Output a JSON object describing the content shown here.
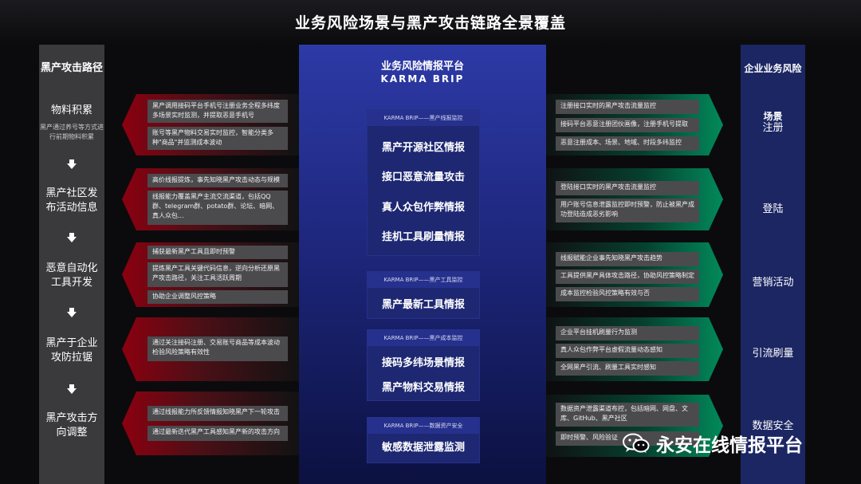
{
  "title": "业务风险场景与黑产攻击链路全景覆盖",
  "left": {
    "header": "黑产攻击路径",
    "stages": [
      {
        "label": "物料积累",
        "sub": "黑产通过养号等方式进行前期物料积累"
      },
      {
        "label": "黑产社区发布活动信息",
        "sub": ""
      },
      {
        "label": "恶意自动化工具开发",
        "sub": ""
      },
      {
        "label": "黑产于企业攻防拉锯",
        "sub": ""
      },
      {
        "label": "黑产攻击方向调整",
        "sub": ""
      }
    ]
  },
  "red_blocks": [
    {
      "items": [
        "黑产调用接码平台手机号注册业务全程多纬度多场景实时监测，并提取恶意手机号",
        "账号等黑产物料交易实时监控，智能分类多种\"商品\"并监测成本波动"
      ]
    },
    {
      "items": [
        "高价线报提炼，事先知晓黑产攻击动态与规模",
        "线报能力覆盖黑产主流交流渠道，包括QQ群、telegram群、potato群、论坛、暗网、真人众包..."
      ]
    },
    {
      "items": [
        "捕获最新黑产工具且即时预警",
        "提炼黑产工具关键代码信息，逆向分析还原黑产攻击路径，关注工具活跃周期",
        "协助企业调整风控策略"
      ]
    },
    {
      "items": [
        "通过关注接码注册、交易账号商品等成本波动检验风险策略有效性"
      ]
    },
    {
      "items": [
        "通过线报能力所反馈情报知晓黑产下一轮攻击",
        "通过最新迭代黑产工具感知黑产新的攻击方向"
      ]
    }
  ],
  "center": {
    "title": "业务风险情报平台",
    "subtitle": "KARMA BRIP",
    "boxes": [
      {
        "header": "KARMA BRIP——黑产线报监控",
        "items": [
          "黑产开源社区情报",
          "接口恶意流量攻击",
          "真人众包作弊情报",
          "挂机工具刷量情报"
        ]
      },
      {
        "header": "KARMA BRIP——黑产工具监控",
        "items": [
          "黑产最新工具情报"
        ]
      },
      {
        "header": "KARMA BRIP——黑产成本监控",
        "items": [
          "接码多纬场景情报",
          "黑产物料交易情报"
        ]
      },
      {
        "header": "KARMA BRIP——数据资产安全",
        "items": [
          "敏感数据泄露监测"
        ]
      }
    ]
  },
  "green_blocks": [
    {
      "items": [
        "注册接口实时的黑产攻击流量监控",
        "接码平台恶意注册团伙画像，注册手机号提取",
        "恶意注册成本、场景、地域、时段多纬监控"
      ]
    },
    {
      "items": [
        "登陆接口实时的黑产攻击流量监控",
        "用户账号信息泄露监控即时预警，防止被黑产成功登陆造成恶劣影响"
      ]
    },
    {
      "items": [
        "线报赋能企业事先知晓黑产攻击趋势",
        "工具提供黑产具体攻击路径，协助风控策略制定",
        "成本监控检验风控策略有效与否"
      ]
    },
    {
      "items": [
        "企业平台挂机刷量行为监测",
        "真人众包作弊平台虚假流量动态感知",
        "全网黑产引流、刷量工具实时感知"
      ]
    },
    {
      "items": [
        "数据资产泄露渠道布控，包括暗网、网盘、文库、GitHub、黑产社区",
        "即时预警、风险验证"
      ]
    }
  ],
  "right": {
    "header": "企业业务风险场景",
    "scenes": [
      "注册",
      "登陆",
      "营销活动",
      "引流刷量",
      "数据安全"
    ]
  },
  "watermark": {
    "text": "永安在线情报平台",
    "icon": "wechat-icon"
  },
  "colors": {
    "red": "#8c0010",
    "green": "#018a5a",
    "blue": "#2d3aa6"
  }
}
